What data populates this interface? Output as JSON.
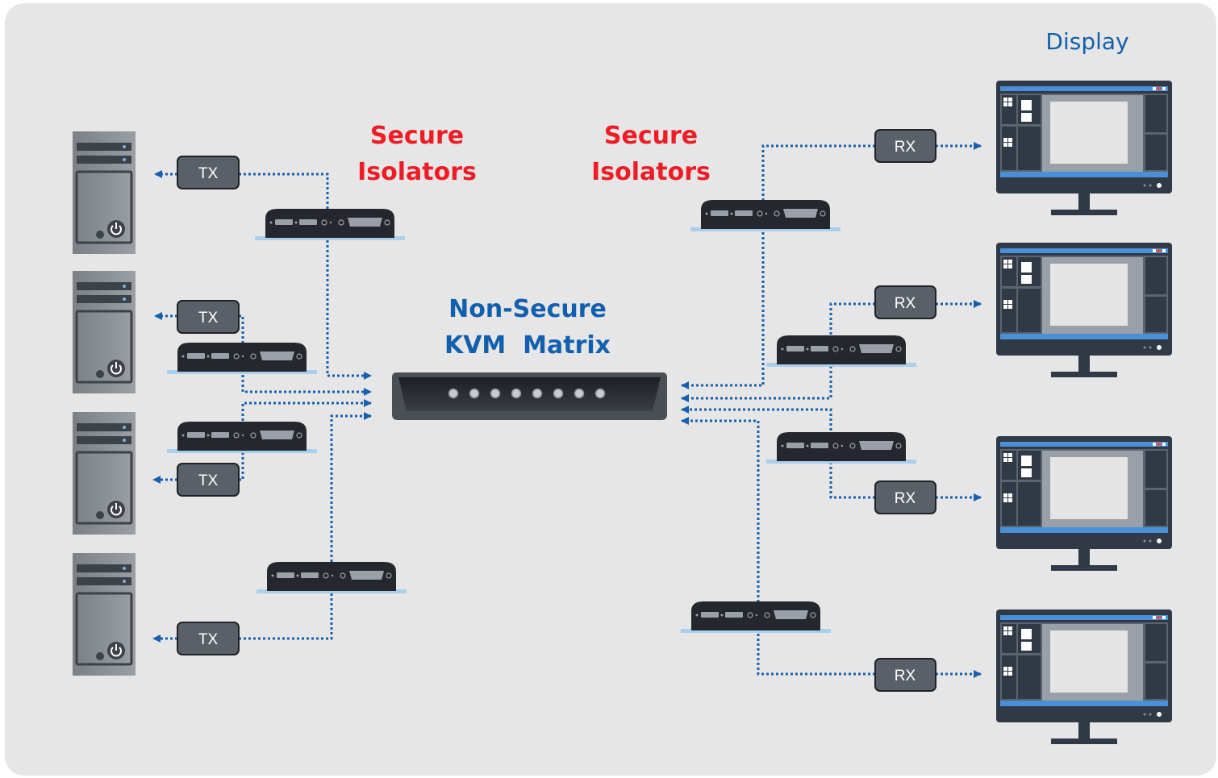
{
  "labels": {
    "secure_isolators_left": [
      "Secure",
      "Isolators"
    ],
    "secure_isolators_right": [
      "Secure",
      "Isolators"
    ],
    "matrix": [
      "Non-Secure",
      "KVM  Matrix"
    ],
    "display": "Display"
  },
  "tx_label": "TX",
  "rx_label": "RX",
  "colors": {
    "panel_bg": "#e6e6e6",
    "connection": "#1560b0",
    "label_red": "#ee1c25",
    "label_blue": "#1260ad",
    "box_fill": "#5a6068",
    "device_dark": "#24282e",
    "screen_blue": "#4a90d9"
  }
}
